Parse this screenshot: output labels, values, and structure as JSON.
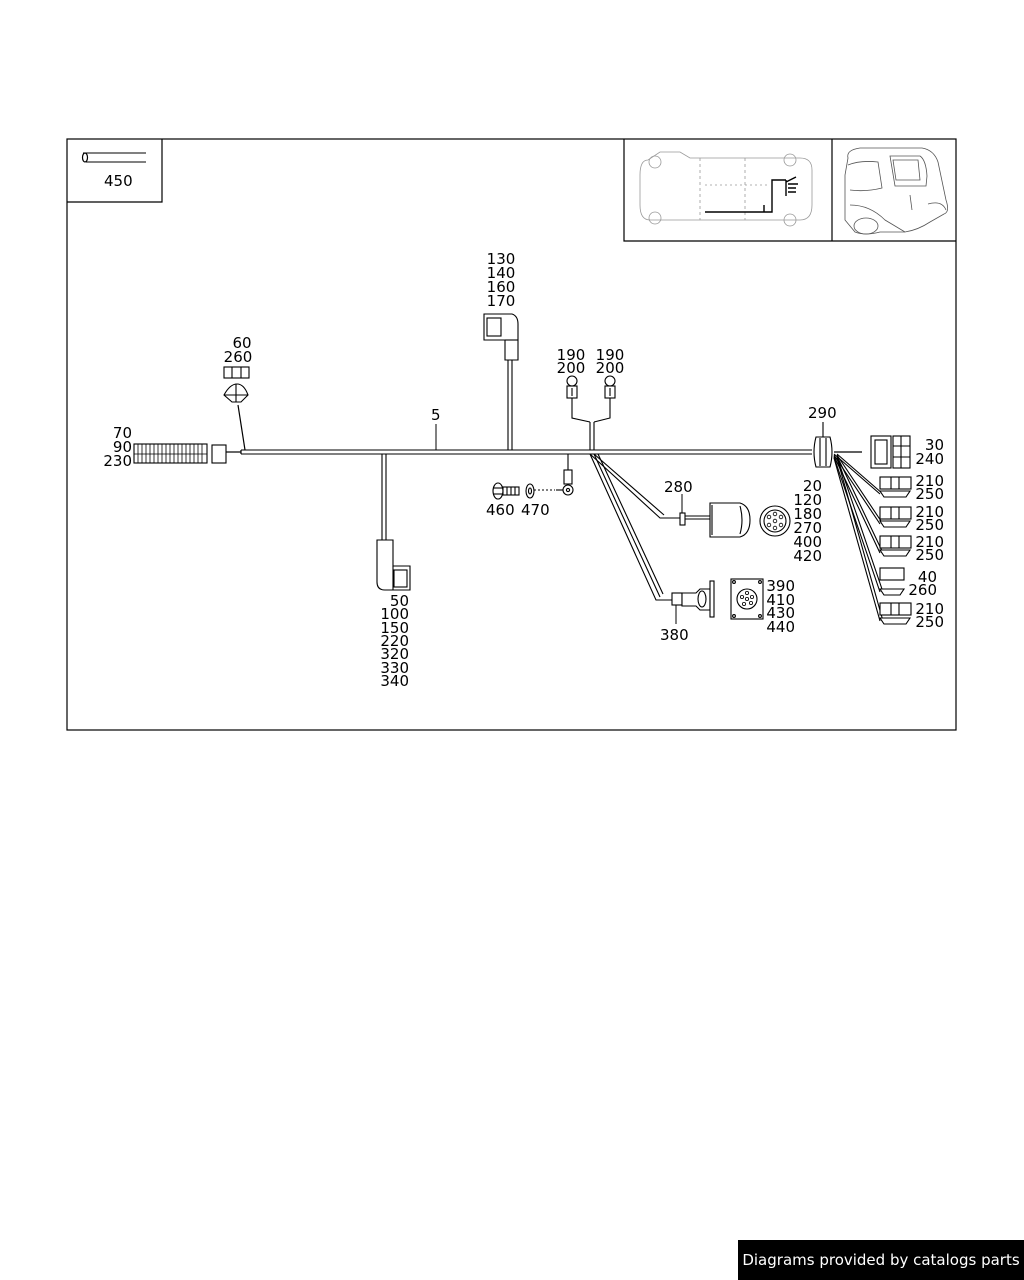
{
  "legend": {
    "part": "450"
  },
  "callouts": {
    "c5": "5",
    "c130": [
      "130",
      "140",
      "160",
      "170"
    ],
    "c60": [
      "60",
      "260"
    ],
    "c70": [
      "70",
      "90",
      "230"
    ],
    "c190a": [
      "190",
      "200"
    ],
    "c190b": [
      "190",
      "200"
    ],
    "c290": "290",
    "c30": [
      "30",
      "240"
    ],
    "c210a": [
      "210",
      "250"
    ],
    "c210b": [
      "210",
      "250"
    ],
    "c210c": [
      "210",
      "250"
    ],
    "c40": [
      "40",
      "260"
    ],
    "c210d": [
      "210",
      "250"
    ],
    "c280": "280",
    "c20": [
      "20",
      "120",
      "180",
      "270",
      "400",
      "420"
    ],
    "c460": "460",
    "c470": "470",
    "c50": [
      "50",
      "100",
      "150",
      "220",
      "320",
      "330",
      "340"
    ],
    "c380": "380",
    "c390": [
      "390",
      "410",
      "430",
      "440"
    ]
  },
  "footer": {
    "text": "Diagrams provided by catalogs parts"
  }
}
